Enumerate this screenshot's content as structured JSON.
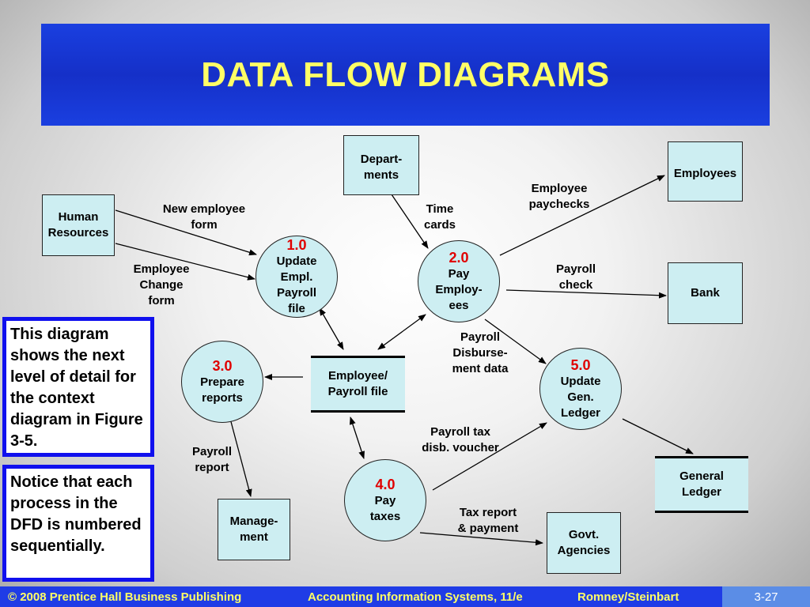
{
  "title": "DATA FLOW DIAGRAMS",
  "entities": {
    "hr": "Human\nResources",
    "departments": "Depart-\nments",
    "employees": "Employees",
    "bank": "Bank",
    "management": "Manage-\nment",
    "govt": "Govt.\nAgencies"
  },
  "stores": {
    "payroll_file": "Employee/\nPayroll file",
    "general_ledger": "General\nLedger"
  },
  "processes": [
    {
      "num": "1.0",
      "label": "Update\nEmpl.\nPayroll\nfile"
    },
    {
      "num": "2.0",
      "label": "Pay\nEmploy-\nees"
    },
    {
      "num": "3.0",
      "label": "Prepare\nreports"
    },
    {
      "num": "4.0",
      "label": "Pay\ntaxes"
    },
    {
      "num": "5.0",
      "label": "Update\nGen.\nLedger"
    }
  ],
  "flows": {
    "new_employee_form": "New employee\nform",
    "employee_change_form": "Employee\nChange\nform",
    "time_cards": "Time\ncards",
    "employee_paychecks": "Employee\npaychecks",
    "payroll_check": "Payroll\ncheck",
    "payroll_disbursement": "Payroll\nDisburse-\nment data",
    "payroll_tax_voucher": "Payroll tax\ndisb. voucher",
    "payroll_report": "Payroll\nreport",
    "tax_report": "Tax report\n& payment"
  },
  "notes": {
    "note1": "This diagram shows the next level of detail for the context diagram in Figure 3-5.",
    "note2": "Notice that each process in the DFD is numbered sequentially."
  },
  "footer": {
    "copyright": "© 2008 Prentice Hall Business Publishing",
    "book": "Accounting Information Systems, 11/e",
    "authors": "Romney/Steinbart",
    "page": "3-27"
  },
  "colors": {
    "title_bg": "#1530c8",
    "title_text": "#ffff66",
    "shape_fill": "#cdeef2",
    "process_number": "#e00000",
    "note_border": "#1010ee",
    "footer_bg": "#1f3ce6"
  }
}
